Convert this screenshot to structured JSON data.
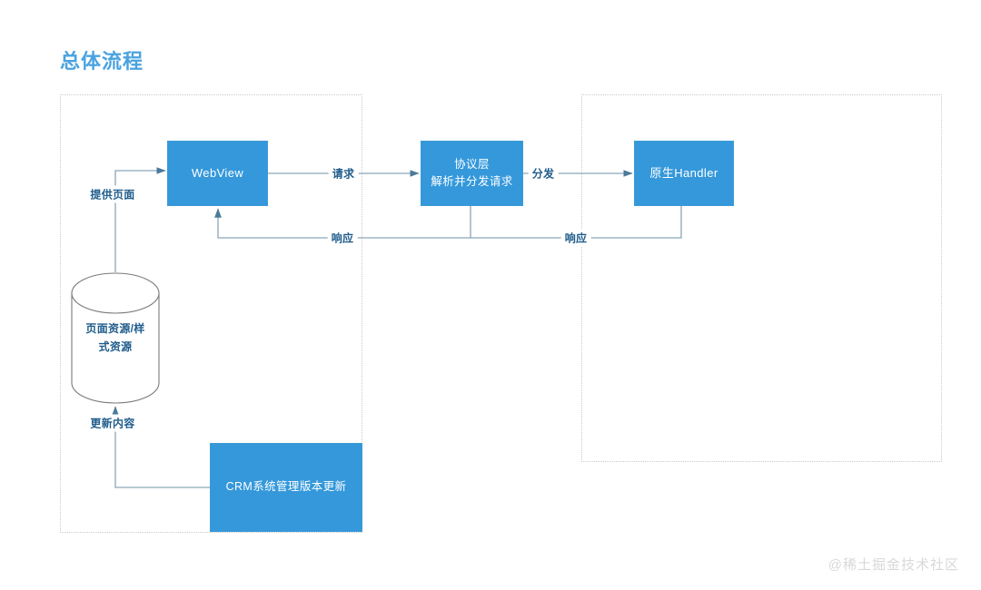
{
  "title": "总体流程",
  "watermark": "@稀土掘金技术社区",
  "colors": {
    "node_fill": "#3498db",
    "node_text": "#ffffff",
    "title": "#4aa3df",
    "label_text": "#1f5c8b",
    "wire": "#8aa6b8",
    "group_border": "#c9c9c9",
    "store_stroke": "#7a7a7a",
    "watermark": "#d8d8d8"
  },
  "groups": [
    {
      "name": "left-group",
      "label": ""
    },
    {
      "name": "right-group",
      "label": ""
    }
  ],
  "nodes": {
    "webview": {
      "label": "WebView"
    },
    "protocol": {
      "line1": "协议层",
      "line2": "解析并分发请求"
    },
    "handler": {
      "label": "原生Handler"
    },
    "crm": {
      "label": "CRM系统管理版本更新"
    },
    "store": {
      "line1": "页面资源/样",
      "line2": "式资源"
    }
  },
  "edges": [
    {
      "name": "store-to-webview",
      "label": "提供页面"
    },
    {
      "name": "webview-to-protocol",
      "label": "请求"
    },
    {
      "name": "protocol-to-handler",
      "label": "分发"
    },
    {
      "name": "protocol-to-webview",
      "label": "响应"
    },
    {
      "name": "handler-to-protocol",
      "label": "响应"
    },
    {
      "name": "crm-to-store",
      "label": "更新内容"
    }
  ]
}
